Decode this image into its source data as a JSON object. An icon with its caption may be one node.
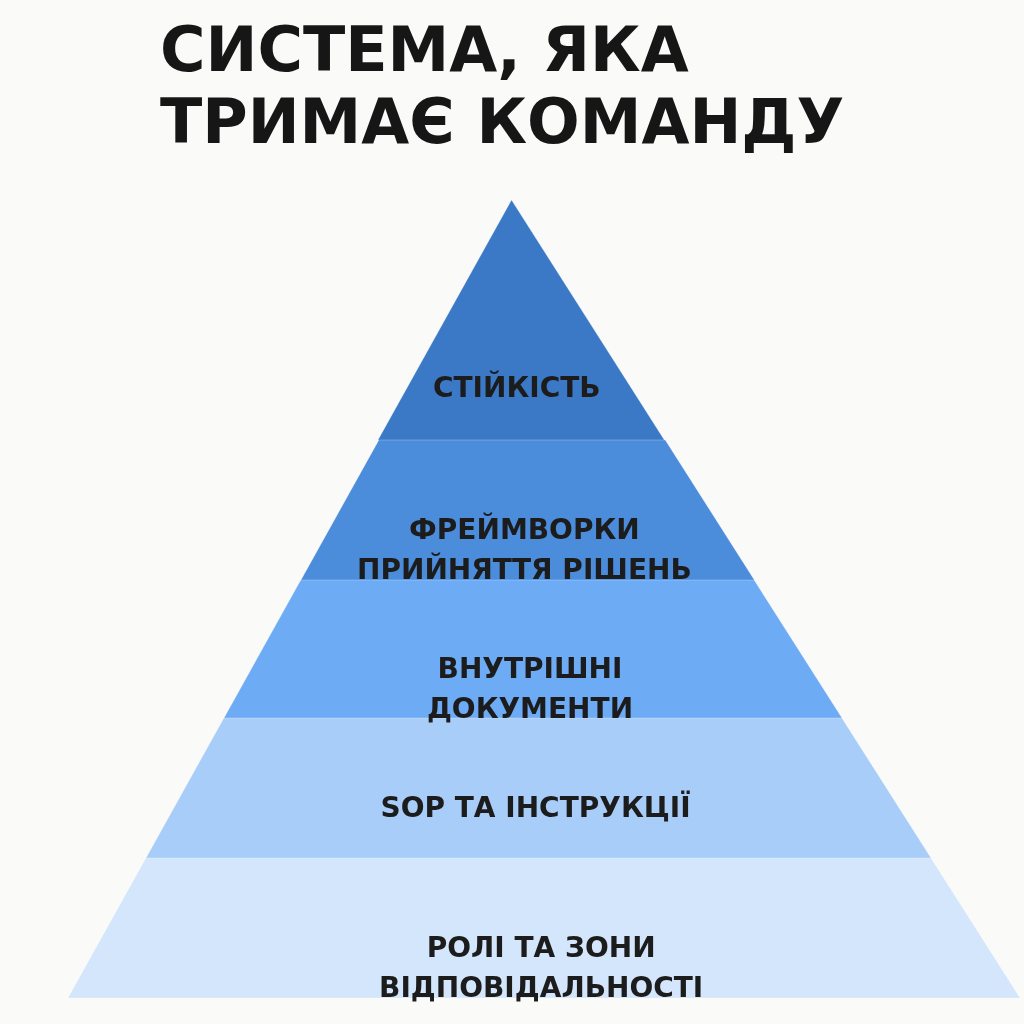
{
  "diagram": {
    "title": "СИСТЕМА, ЯКА ТРИМАЄ КОМАНДУ",
    "nodes": [
      {
        "text": [
          "СТІЙКІСТЬ"
        ]
      },
      {
        "text": [
          "ФРЕЙМВОРКИ ПРИЙНЯТТЯ РІШЕНЬ"
        ]
      },
      {
        "text": [
          "ВНУТРІШНІ ДОКУМЕНТИ"
        ]
      },
      {
        "text": [
          "SOP ТА ІНСТРУКЦІЇ"
        ]
      },
      {
        "text": [
          "РОЛІ ТА ЗОНИ ВІДПОВІДАЛЬНОСТІ"
        ]
      }
    ]
  }
}
